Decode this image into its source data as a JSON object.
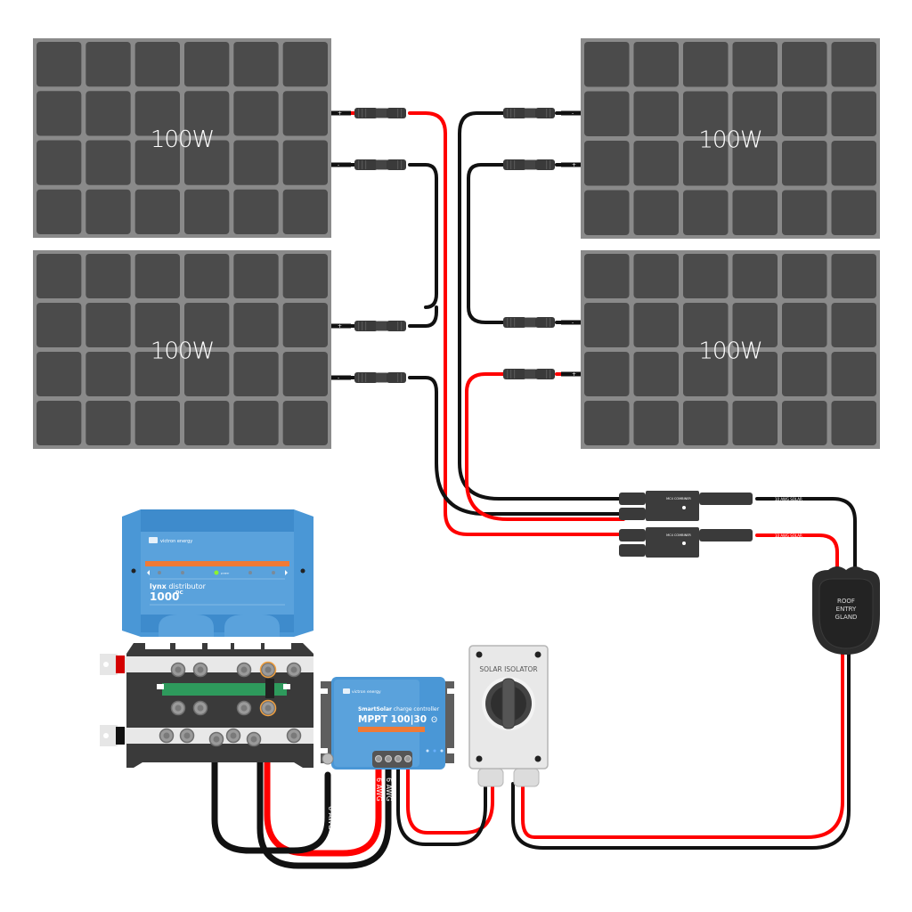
{
  "diagram": {
    "title": "4x 100W solar panels, 2S2P, with MC4 combiners, roof entry gland, solar isolator, SmartSolar MPPT 100|30 and Lynx distributor",
    "colors": {
      "positive_cable": "#ff0000",
      "negative_cable": "#111111",
      "panel_frame": "#8a8a8a",
      "panel_cell": "#4b4b4b",
      "victron_blue": "#4a97d6",
      "victron_orange": "#f07a35",
      "lynx_bus_green": "#2e9a5c",
      "isolator_body": "#e6e6e6",
      "gland_body": "#2a2a2a"
    },
    "panels": [
      {
        "id": "panel-top-left",
        "label": "100W",
        "terminals": [
          "+",
          "-"
        ]
      },
      {
        "id": "panel-bottom-left",
        "label": "100W",
        "terminals": [
          "+",
          "-"
        ]
      },
      {
        "id": "panel-top-right",
        "label": "100W",
        "terminals": [
          "-",
          "+"
        ]
      },
      {
        "id": "panel-bottom-right",
        "label": "100W",
        "terminals": [
          "-",
          "+"
        ]
      }
    ],
    "combiners": [
      {
        "label": "MC4 COMBINER",
        "polarity": "negative"
      },
      {
        "label": "MC4 COMBINER",
        "polarity": "positive"
      }
    ],
    "cable_labels": {
      "solar": "10 AWG SOLAR",
      "battery": "6 AWG"
    },
    "roof_gland": {
      "label_lines": [
        "ROOF",
        "ENTRY",
        "GLAND"
      ]
    },
    "solar_isolator": {
      "label": "SOLAR ISOLATOR"
    },
    "mppt": {
      "brand": "victron energy",
      "line1_bold": "SmartSolar",
      "line1_rest": " charge controller",
      "model": "MPPT 100|30",
      "bluetooth_icon": "bluetooth-icon"
    },
    "lynx": {
      "brand": "victron energy",
      "name_bold": "lynx",
      "name_rest": " distributor",
      "model": "1000",
      "suffix": "DC",
      "led_label": "power"
    }
  }
}
